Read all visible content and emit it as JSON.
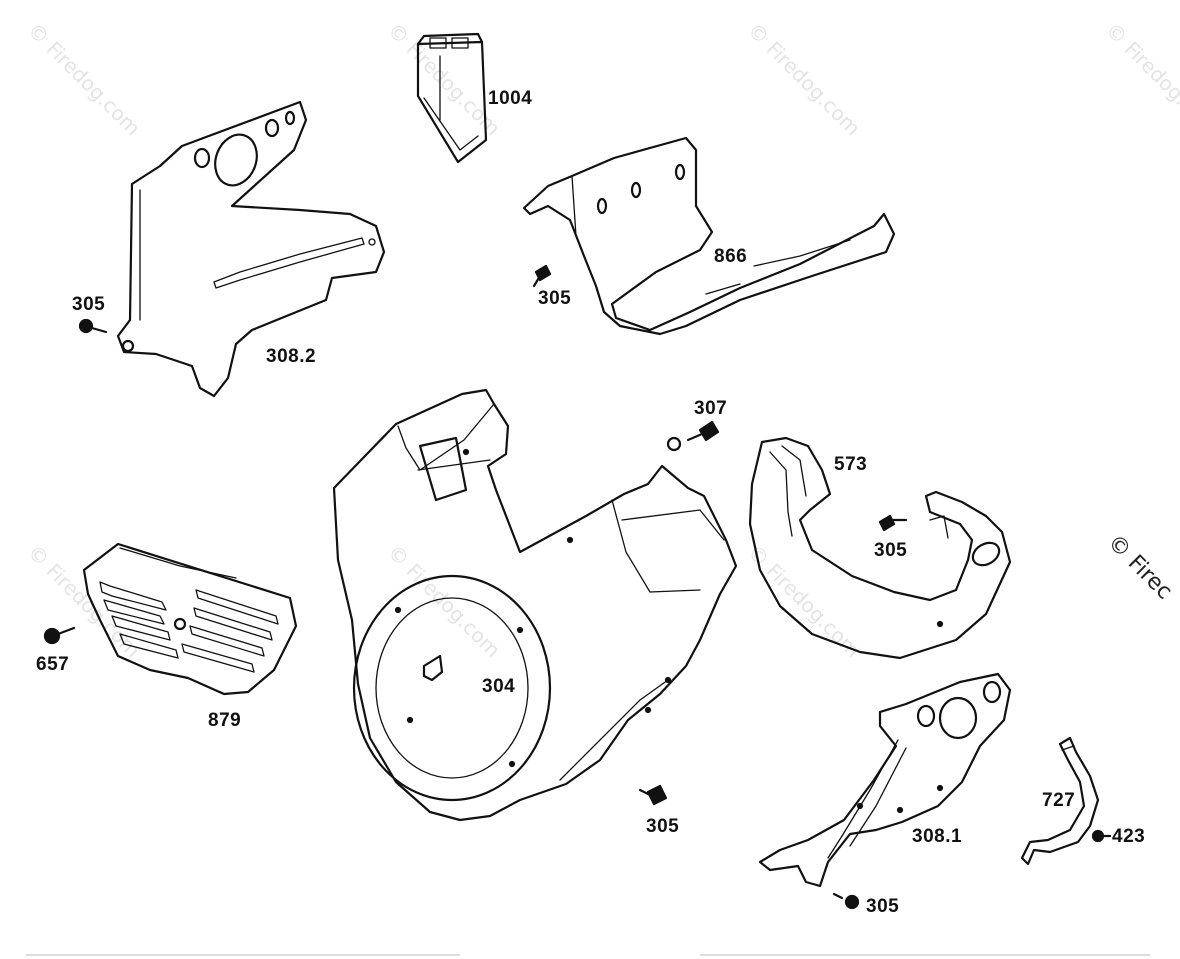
{
  "watermark": "© Firedog.com",
  "watermark_edge": "© Firec",
  "labels": {
    "p1004": "1004",
    "p866": "866",
    "p305_a": "305",
    "p305_b": "305",
    "p308_2": "308.2",
    "p307": "307",
    "p573": "573",
    "p305_c": "305",
    "p657": "657",
    "p879": "879",
    "p304": "304",
    "p305_d": "305",
    "p727": "727",
    "p423": "423",
    "p308_1": "308.1",
    "p305_e": "305"
  },
  "colors": {
    "line": "#111111",
    "watermark": "#e4e4e4"
  }
}
